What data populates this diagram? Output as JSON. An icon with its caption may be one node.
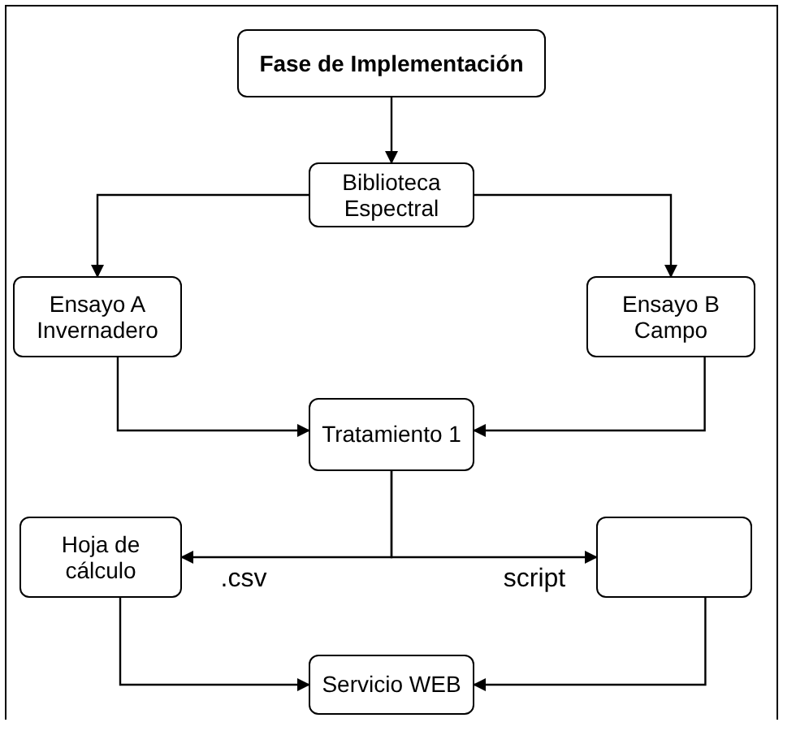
{
  "diagram": {
    "nodes": [
      {
        "text": [
          "Fase de Implementación"
        ]
      },
      {
        "text": [
          "Biblioteca Espectral"
        ]
      },
      {
        "text": [
          "Ensayo A Invernadero"
        ]
      },
      {
        "text": [
          "Ensayo B Campo"
        ]
      },
      {
        "text": [
          "Tratamiento 1"
        ]
      },
      {
        "text": [
          "Hoja de cálculo"
        ]
      },
      {
        "text": [],
        "shape": "box"
      },
      {
        "text": [
          "Servicio WEB"
        ]
      }
    ],
    "edges": [
      {
        "from": 0,
        "to": 1,
        "arrow": "to"
      },
      {
        "from": 1,
        "to": 2,
        "arrow": "to"
      },
      {
        "from": 1,
        "to": 3,
        "arrow": "to"
      },
      {
        "from": 2,
        "to": 4,
        "arrow": "to"
      },
      {
        "from": 3,
        "to": 4,
        "arrow": "to"
      },
      {
        "from": 4,
        "to": 5,
        "arrow": "to",
        "label": ".csv"
      },
      {
        "from": 4,
        "to": 6,
        "arrow": "to",
        "label": "script"
      },
      {
        "from": 5,
        "to": 7,
        "arrow": "to"
      },
      {
        "from": 6,
        "to": 7,
        "arrow": "to"
      }
    ]
  }
}
